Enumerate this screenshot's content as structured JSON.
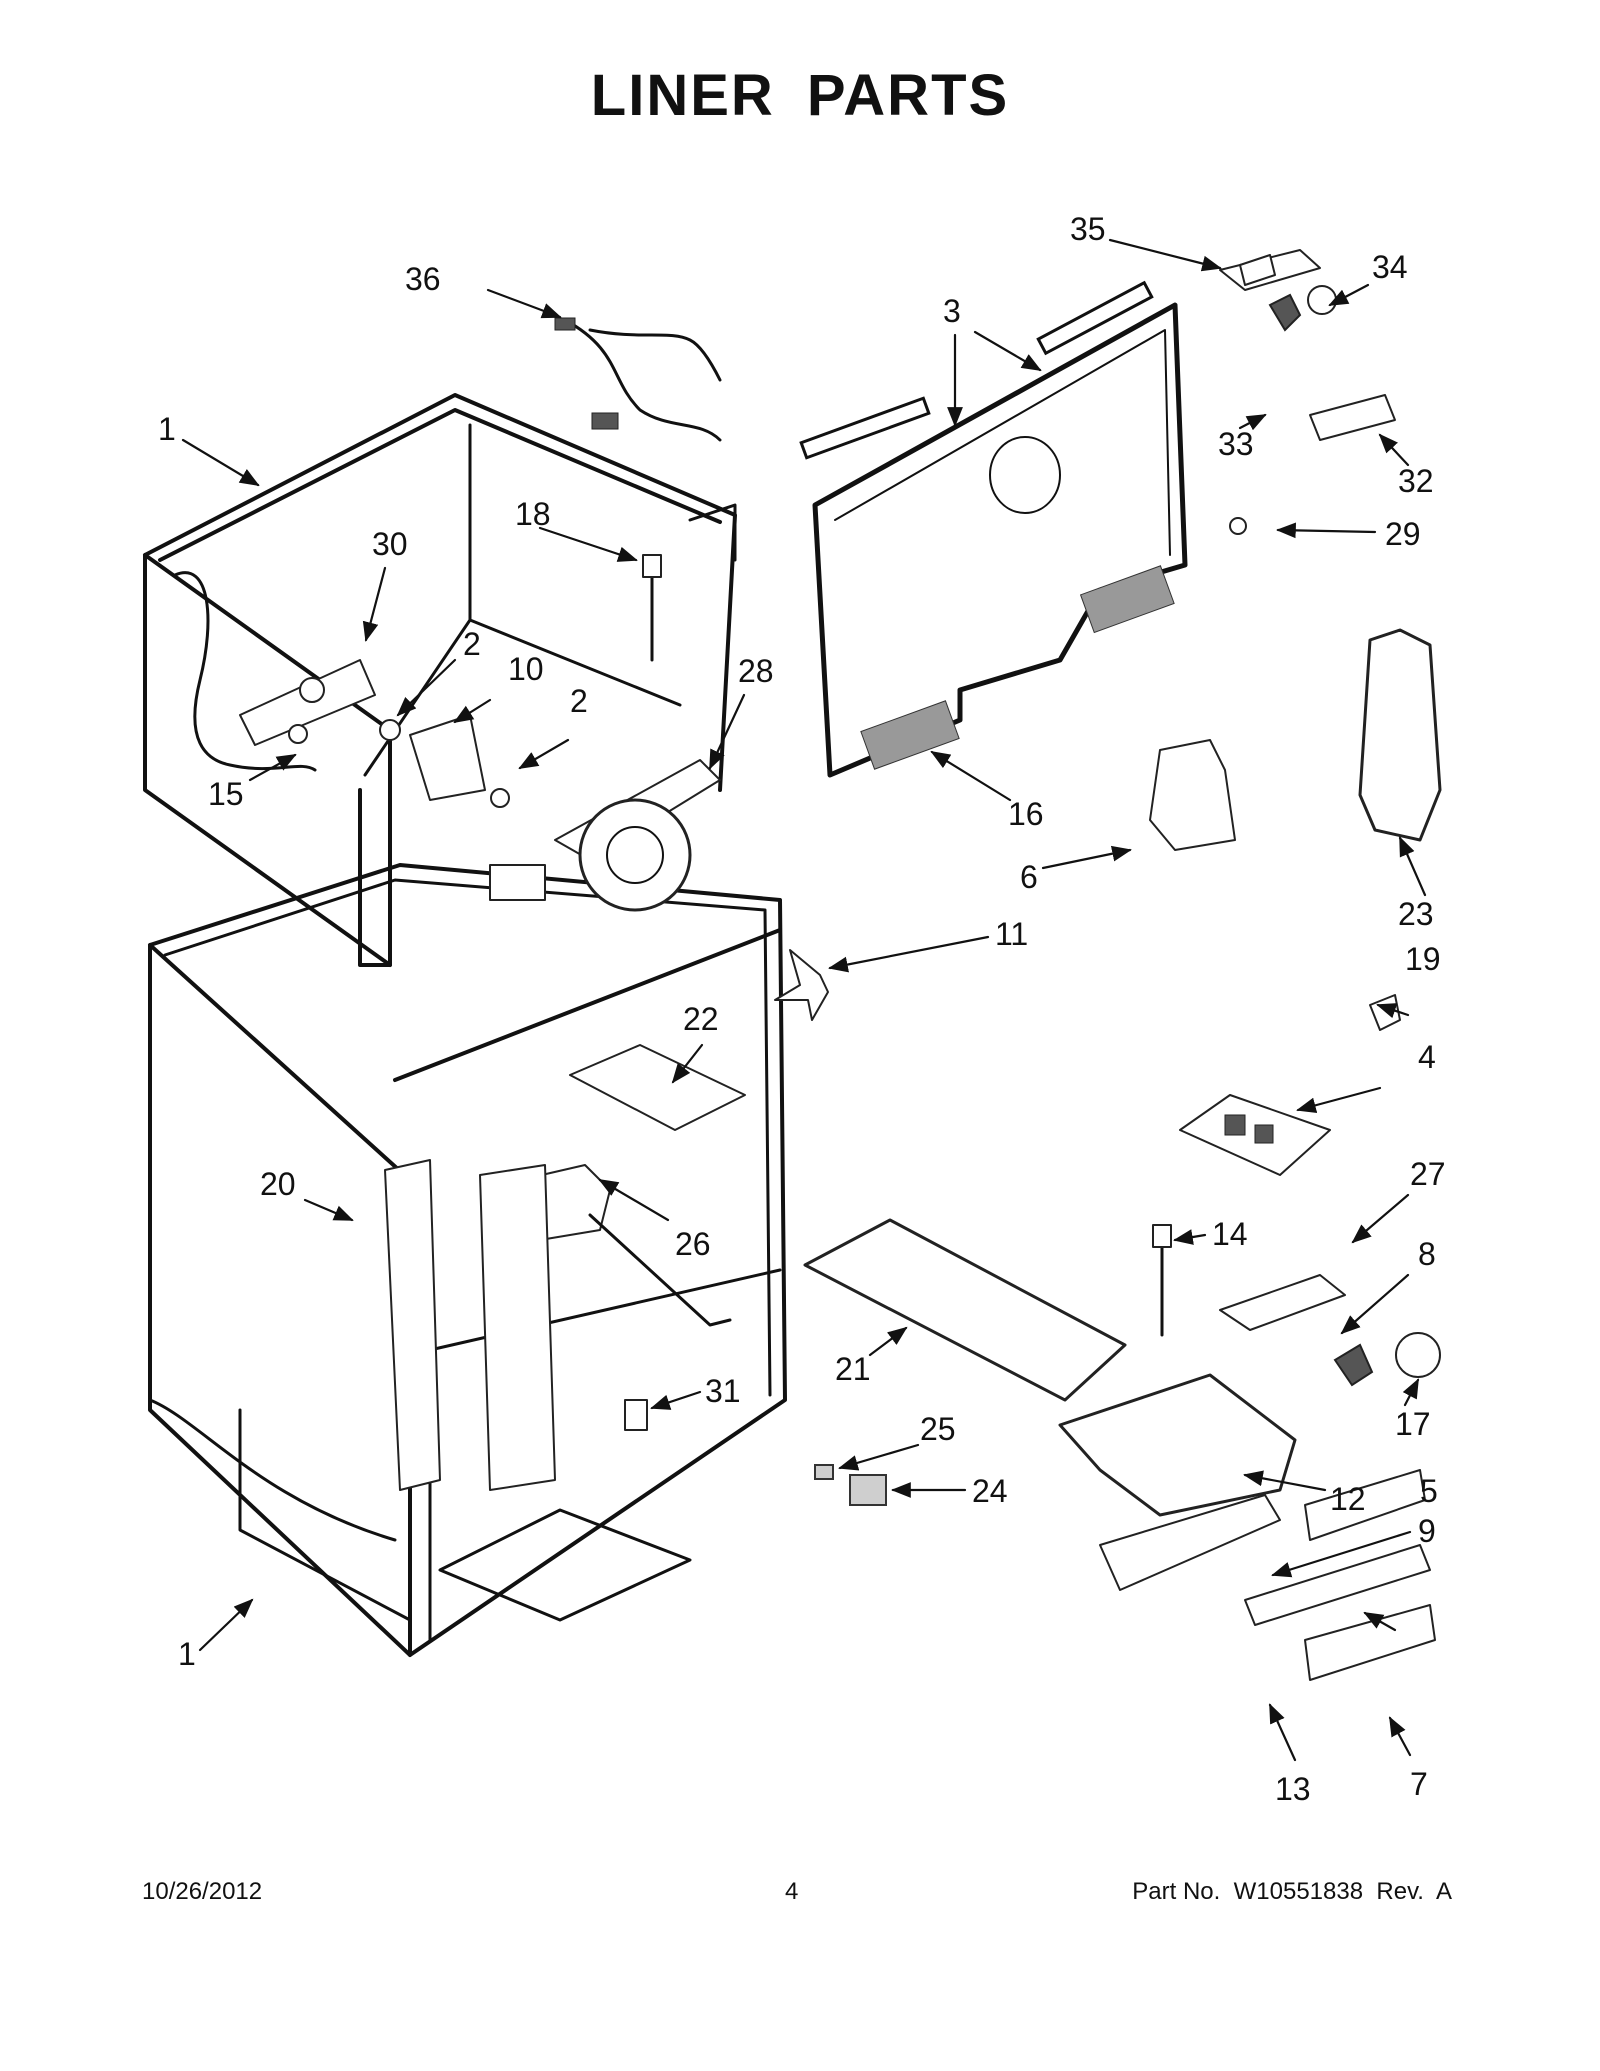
{
  "title": "LINER PARTS",
  "footer": {
    "date": "10/26/2012",
    "page": "4",
    "part_number": "Part No.  W10551838  Rev.  A"
  },
  "callouts": {
    "c1a": "1",
    "c1b": "1",
    "c2a": "2",
    "c2b": "2",
    "c3": "3",
    "c4": "4",
    "c5": "5",
    "c6": "6",
    "c7": "7",
    "c8": "8",
    "c9": "9",
    "c10": "10",
    "c11": "11",
    "c12": "12",
    "c13": "13",
    "c14": "14",
    "c15": "15",
    "c16": "16",
    "c17": "17",
    "c18": "18",
    "c19": "19",
    "c20": "20",
    "c21": "21",
    "c22": "22",
    "c23": "23",
    "c24": "24",
    "c25": "25",
    "c26": "26",
    "c27": "27",
    "c28": "28",
    "c29": "29",
    "c30": "30",
    "c31": "31",
    "c32": "32",
    "c33": "33",
    "c34": "34",
    "c35": "35",
    "c36": "36"
  }
}
